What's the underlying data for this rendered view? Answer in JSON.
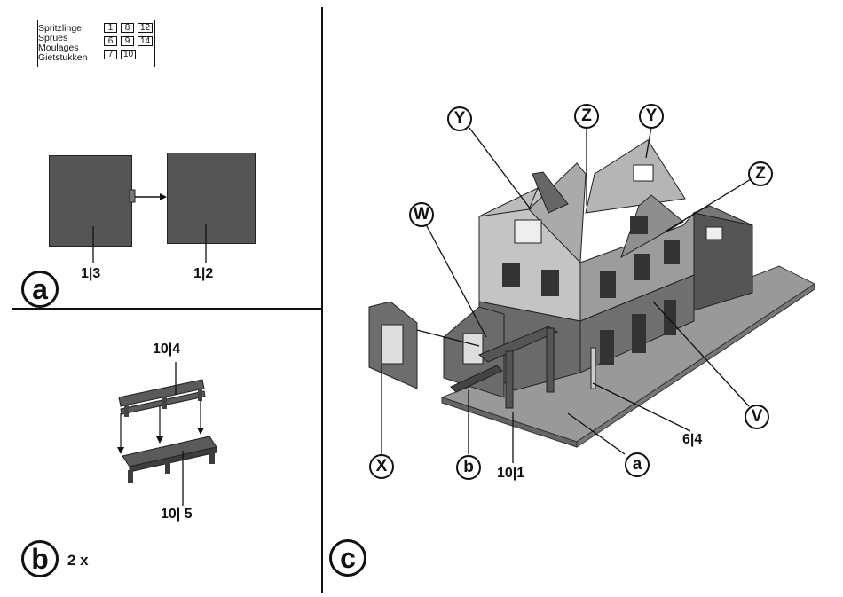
{
  "sprue_table": {
    "names": [
      "Spritzlinge",
      "Sprues",
      "Moulages",
      "Gietstukken"
    ],
    "rows": [
      [
        "1",
        "8",
        "12"
      ],
      [
        "6",
        "9",
        "14"
      ],
      [
        "7",
        "10"
      ]
    ]
  },
  "section_a": {
    "marker": "a",
    "part_left": "1|3",
    "part_right": "1|2"
  },
  "section_b": {
    "marker": "b",
    "count": "2 x",
    "part_top": "10|4",
    "part_bottom": "10| 5"
  },
  "section_c": {
    "marker": "c",
    "callouts": {
      "y_left": "Y",
      "z_top": "Z",
      "y_right": "Y",
      "z_right": "Z",
      "w": "W",
      "v": "V",
      "x": "X",
      "b": "b",
      "a": "a"
    },
    "part_6_4": "6|4",
    "part_10_1": "10|1"
  }
}
